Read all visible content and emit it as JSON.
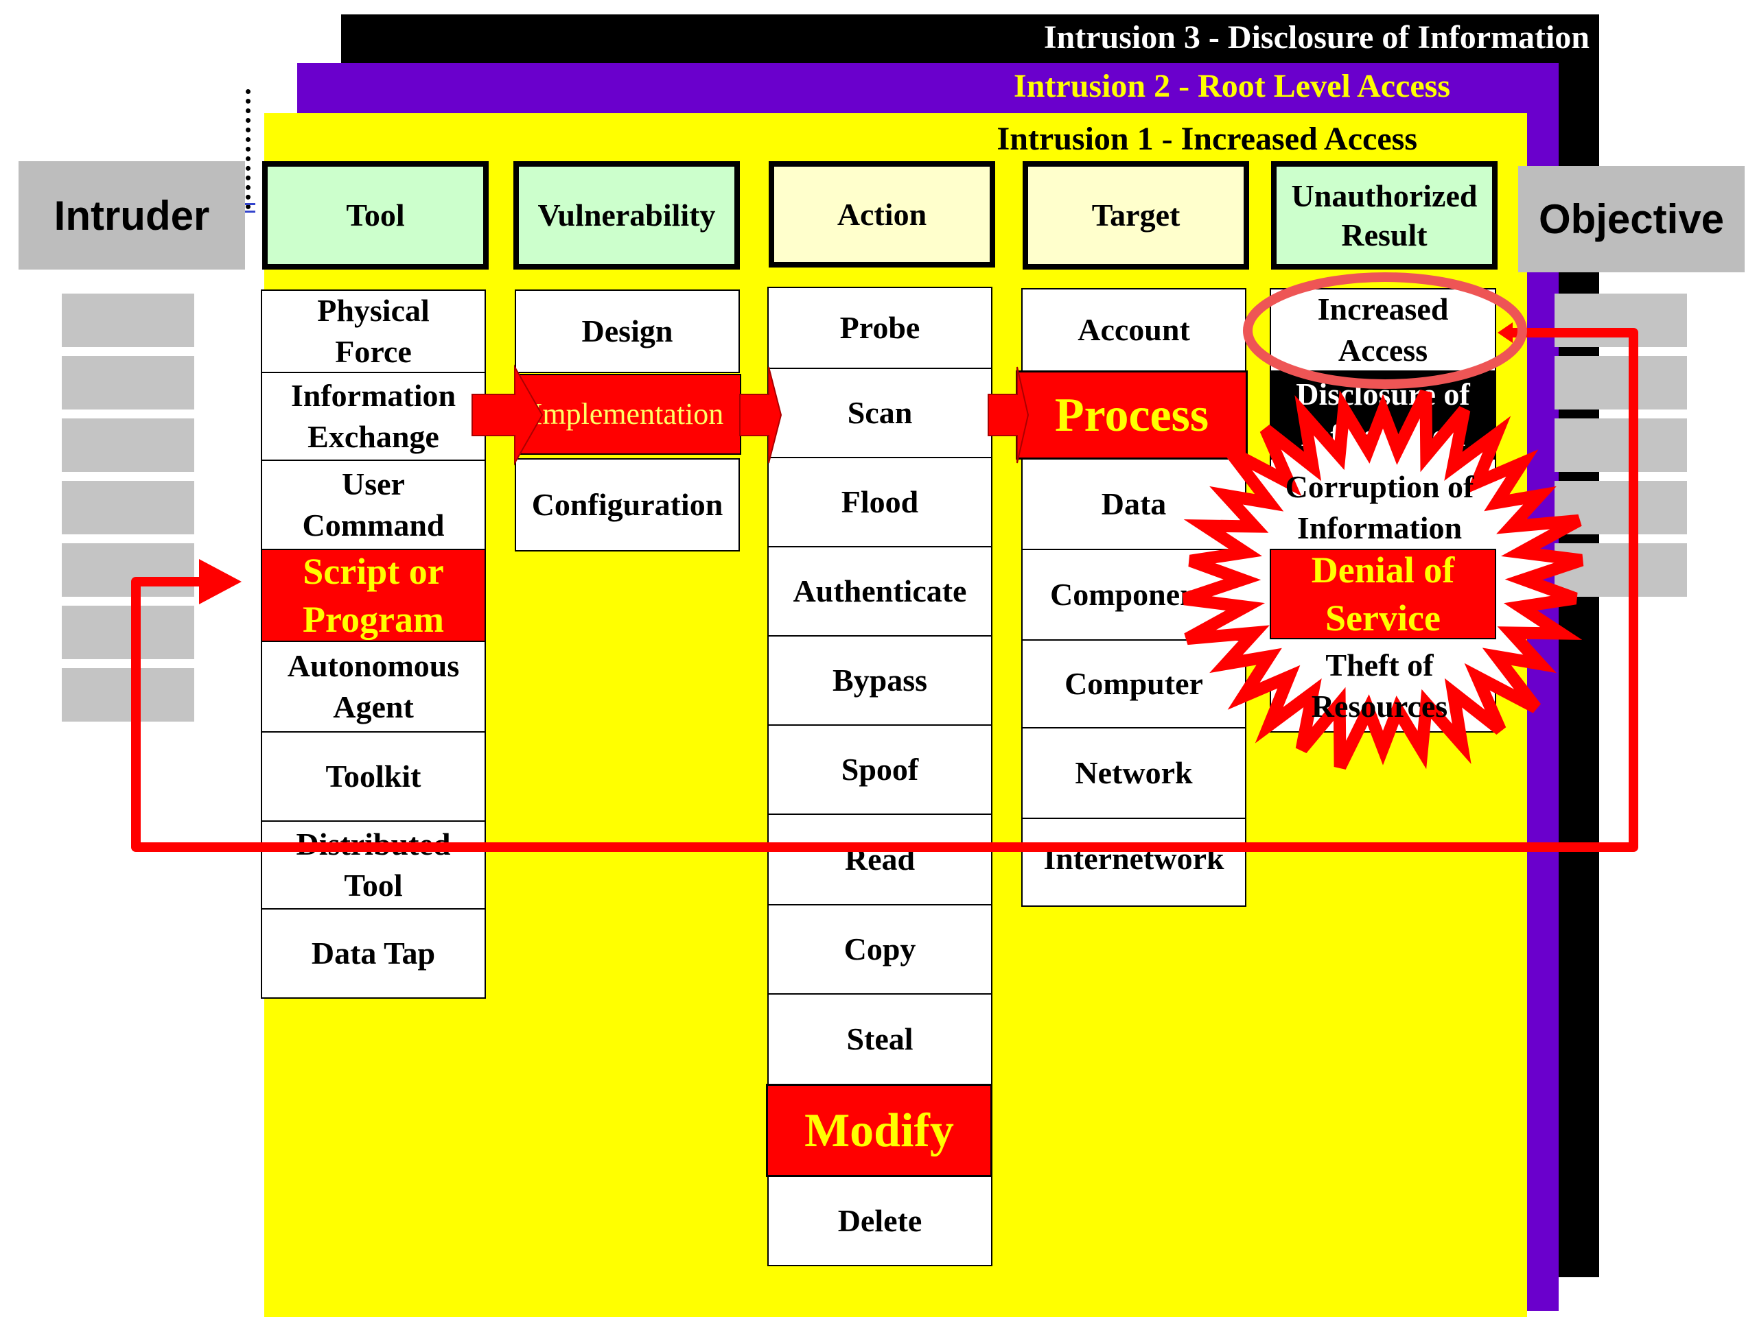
{
  "panels": {
    "intrusion3": "Intrusion 3 - Disclosure of Information",
    "intrusion2": "Intrusion 2 - Root Level Access",
    "intrusion1": "Intrusion 1 - Increased Access"
  },
  "intruder": "Intruder",
  "objective": "Objective",
  "headers": {
    "tool": "Tool",
    "vulnerability": "Vulnerability",
    "action": "Action",
    "target": "Target",
    "result_line1": "Unauthorized",
    "result_line2": "Result"
  },
  "tools": [
    {
      "l1": "Physical",
      "l2": "Force"
    },
    {
      "l1": "Information",
      "l2": "Exchange"
    },
    {
      "l1": "User",
      "l2": "Command"
    },
    {
      "l1": "Script or",
      "l2": "Program"
    },
    {
      "l1": "Autonomous",
      "l2": "Agent"
    },
    {
      "l1": "Toolkit",
      "l2": ""
    },
    {
      "l1": "Distributed",
      "l2": "Tool"
    },
    {
      "l1": "Data Tap",
      "l2": ""
    }
  ],
  "vulnerabilities": [
    "Design",
    "Implementation",
    "Configuration"
  ],
  "actions": [
    "Probe",
    "Scan",
    "Flood",
    "Authenticate",
    "Bypass",
    "Spoof",
    "Read",
    "Copy",
    "Steal",
    "Modify",
    "Delete"
  ],
  "targets": [
    "Account",
    "Process",
    "Data",
    "Component",
    "Computer",
    "Network",
    "Internetwork"
  ],
  "results": [
    {
      "l1": "Increased",
      "l2": "Access"
    },
    {
      "l1": "Disclosure of",
      "l2": "Information"
    },
    {
      "l1": "Corruption of",
      "l2": "Information"
    },
    {
      "l1": "Denial of",
      "l2": "Service"
    },
    {
      "l1": "Theft of",
      "l2": "Resources"
    }
  ],
  "colors": {
    "highlight": "#ff0000",
    "highlight_text": "#ffff00",
    "panel1": "#ffff00",
    "panel2": "#6a00cc",
    "panel3": "#000000"
  }
}
